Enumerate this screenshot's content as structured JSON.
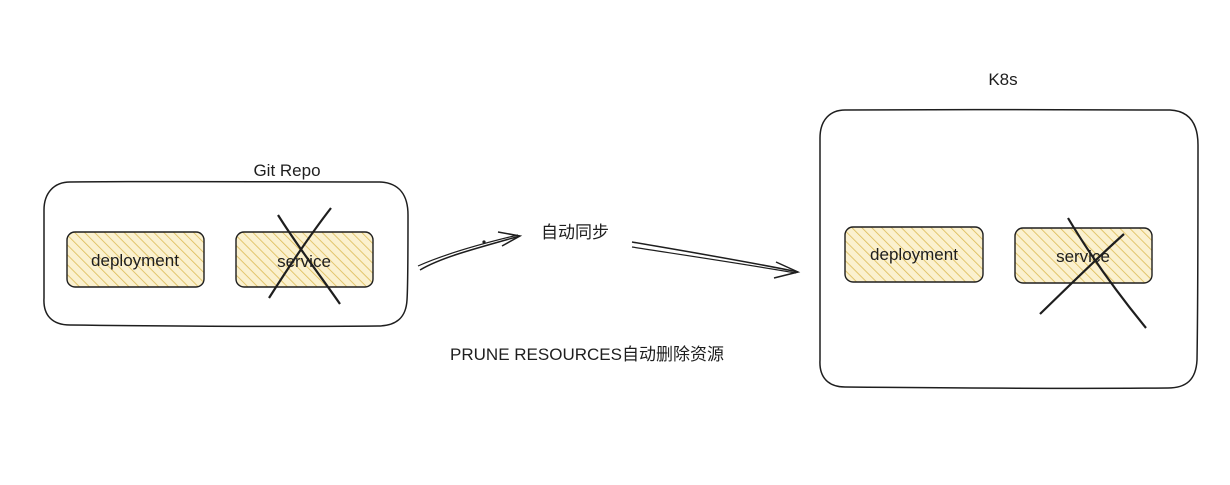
{
  "git_repo": {
    "title": "Git Repo",
    "items": [
      {
        "label": "deployment",
        "deleted": false
      },
      {
        "label": "service",
        "deleted": true
      }
    ]
  },
  "k8s": {
    "title": "K8s",
    "items": [
      {
        "label": "deployment",
        "deleted": false
      },
      {
        "label": "service",
        "deleted": true
      }
    ]
  },
  "sync_label": "自动同步",
  "prune_label": "PRUNE RESOURCES自动删除资源",
  "colors": {
    "stroke": "#1e1e1e",
    "item_fill": "#f5e3a6",
    "hatch": "#d9b64a"
  }
}
